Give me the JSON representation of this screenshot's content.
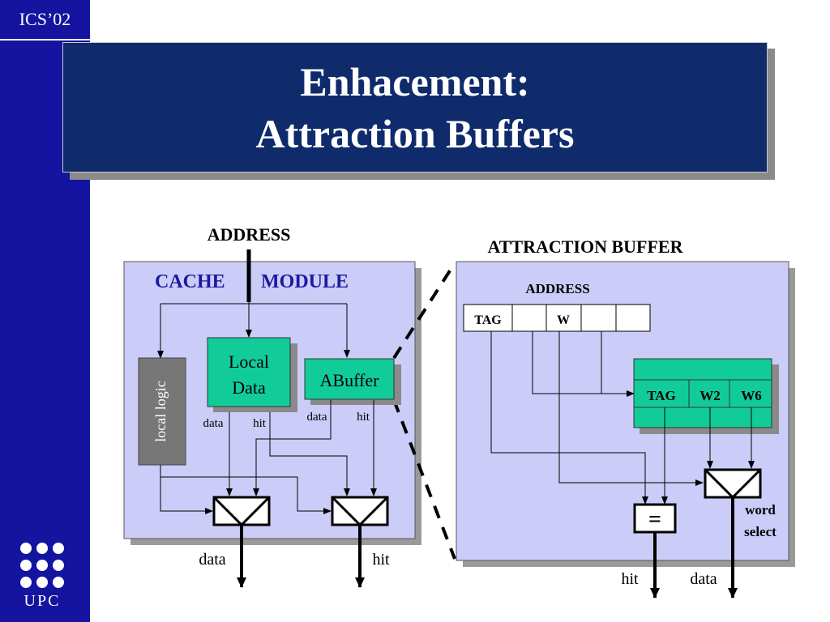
{
  "sidebar": {
    "conference": "ICS’02",
    "logo_text": "UPC"
  },
  "title": {
    "line1": "Enhacement:",
    "line2": "Attraction Buffers"
  },
  "cache_module": {
    "address_label": "ADDRESS",
    "title_word1": "CACHE",
    "title_word2": "MODULE",
    "local_logic": "local logic",
    "local_data_line1": "Local",
    "local_data_line2": "Data",
    "abuffer": "ABuffer",
    "ld_data": "data",
    "ld_hit": "hit",
    "ab_data": "data",
    "ab_hit": "hit",
    "out_data": "data",
    "out_hit": "hit"
  },
  "attraction_buffer": {
    "title": "ATTRACTION BUFFER",
    "address_label": "ADDRESS",
    "addr_tag": "TAG",
    "addr_w": "W",
    "entry_tag": "TAG",
    "entry_w2": "W2",
    "entry_w6": "W6",
    "comparator": "=",
    "word_select_line1": "word",
    "word_select_line2": "select",
    "out_hit": "hit",
    "out_data": "data"
  },
  "colors": {
    "sidebar": "#1414a0",
    "title_bg": "#0f2b6b",
    "panel_bg": "#ccccf8",
    "green_block": "#11cc99",
    "gray_block": "#777777",
    "blue_text": "#1a1aa0"
  }
}
